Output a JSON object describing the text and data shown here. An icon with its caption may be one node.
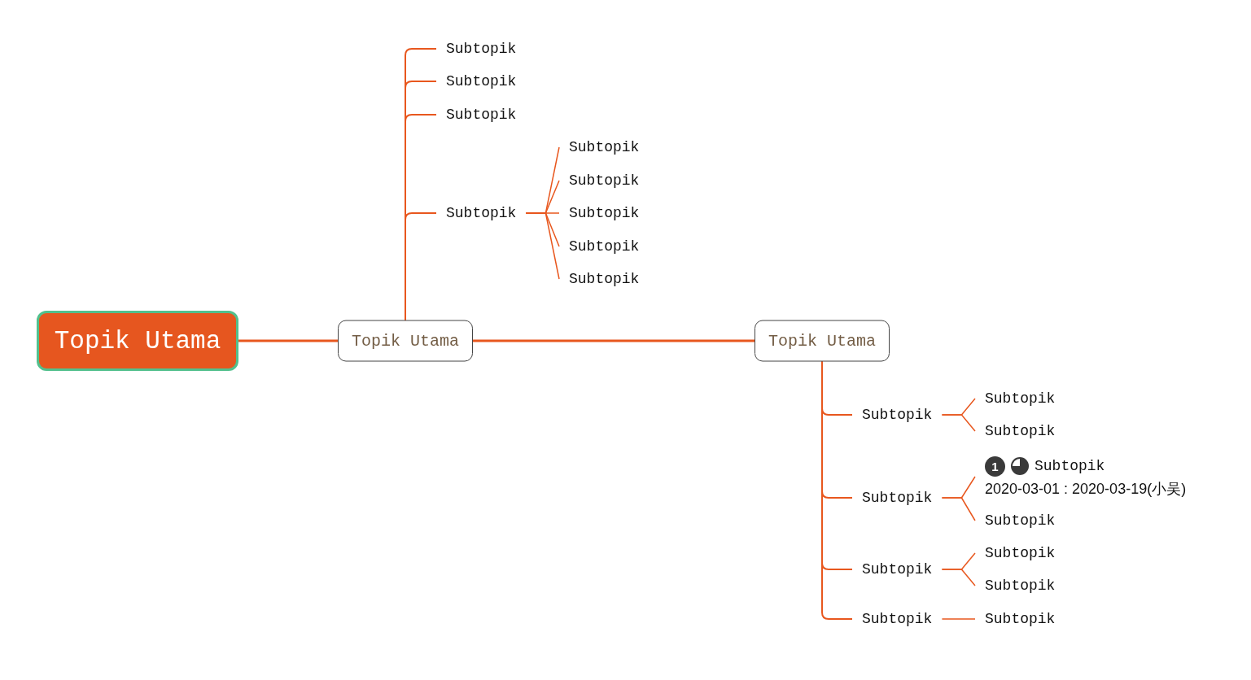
{
  "diagram": {
    "nodes": [
      {
        "text": [
          "Topik Utama"
        ]
      },
      {
        "text": [
          "Topik Utama"
        ]
      },
      {
        "text": [
          "Subtopik"
        ]
      },
      {
        "text": [
          "Subtopik"
        ]
      },
      {
        "text": [
          "Subtopik"
        ]
      },
      {
        "text": [
          "Subtopik"
        ]
      },
      {
        "text": [
          "Subtopik"
        ]
      },
      {
        "text": [
          "Subtopik"
        ]
      },
      {
        "text": [
          "Subtopik"
        ]
      },
      {
        "text": [
          "Subtopik"
        ]
      },
      {
        "text": [
          "Subtopik"
        ]
      },
      {
        "text": [
          "Topik Utama"
        ]
      },
      {
        "text": [
          "Subtopik"
        ]
      },
      {
        "text": [
          "Subtopik"
        ]
      },
      {
        "text": [
          "Subtopik"
        ]
      },
      {
        "text": [
          "Subtopik"
        ]
      },
      {
        "text": [
          "1",
          "Subtopik",
          "2020-03-01 : 2020-03-19(小吴)"
        ]
      },
      {
        "text": [
          "Subtopik"
        ]
      },
      {
        "text": [
          "Subtopik"
        ]
      },
      {
        "text": [
          "Subtopik"
        ]
      },
      {
        "text": [
          "Subtopik"
        ]
      },
      {
        "text": [
          "Subtopik"
        ]
      },
      {
        "text": [
          "Subtopik"
        ]
      }
    ],
    "edges": [
      {
        "from": 0,
        "to": 1,
        "arrow": "none"
      },
      {
        "from": 1,
        "to": 2,
        "arrow": "none"
      },
      {
        "from": 1,
        "to": 3,
        "arrow": "none"
      },
      {
        "from": 1,
        "to": 4,
        "arrow": "none"
      },
      {
        "from": 1,
        "to": 5,
        "arrow": "none"
      },
      {
        "from": 5,
        "to": 6,
        "arrow": "none"
      },
      {
        "from": 5,
        "to": 7,
        "arrow": "none"
      },
      {
        "from": 5,
        "to": 8,
        "arrow": "none"
      },
      {
        "from": 5,
        "to": 9,
        "arrow": "none"
      },
      {
        "from": 5,
        "to": 10,
        "arrow": "none"
      },
      {
        "from": 1,
        "to": 11,
        "arrow": "none"
      },
      {
        "from": 11,
        "to": 12,
        "arrow": "none"
      },
      {
        "from": 12,
        "to": 13,
        "arrow": "none"
      },
      {
        "from": 12,
        "to": 14,
        "arrow": "none"
      },
      {
        "from": 11,
        "to": 15,
        "arrow": "none"
      },
      {
        "from": 15,
        "to": 16,
        "arrow": "none"
      },
      {
        "from": 15,
        "to": 17,
        "arrow": "none"
      },
      {
        "from": 11,
        "to": 18,
        "arrow": "none"
      },
      {
        "from": 18,
        "to": 19,
        "arrow": "none"
      },
      {
        "from": 18,
        "to": 20,
        "arrow": "none"
      },
      {
        "from": 11,
        "to": 21,
        "arrow": "none"
      },
      {
        "from": 21,
        "to": 22,
        "arrow": "none"
      }
    ]
  }
}
